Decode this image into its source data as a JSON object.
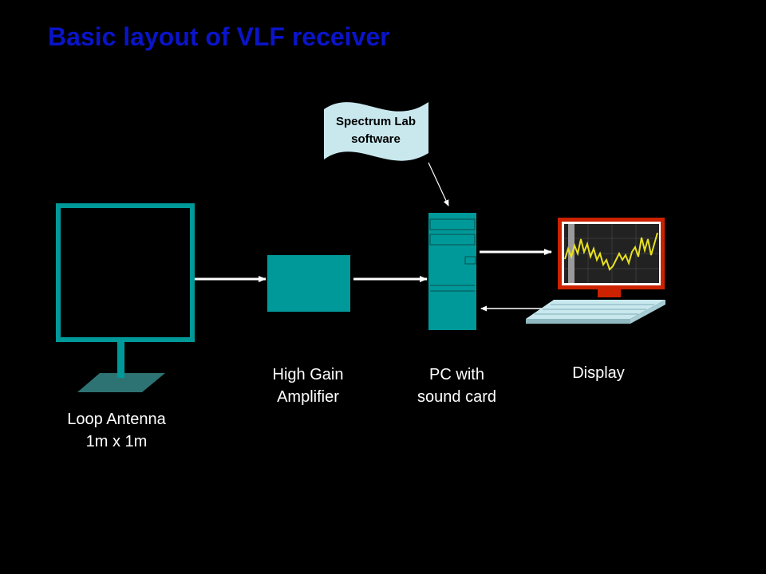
{
  "slide": {
    "title": "Basic layout of VLF receiver"
  },
  "components": {
    "antenna": {
      "line1": "Loop Antenna",
      "line2": "1m x 1m"
    },
    "amplifier": {
      "line1": "High Gain",
      "line2": "Amplifier"
    },
    "pc": {
      "line1": "PC with",
      "line2": "sound card"
    },
    "display": {
      "label": "Display"
    },
    "software": {
      "line1": "Spectrum Lab",
      "line2": "software"
    }
  },
  "colors": {
    "background": "#000000",
    "title": "#0a14c8",
    "teal": "#009999",
    "light_cyan": "#c8e8ee",
    "monitor_frame": "#cc2200",
    "spectrum_trace": "#e8e020",
    "arrows": "#ffffff"
  }
}
